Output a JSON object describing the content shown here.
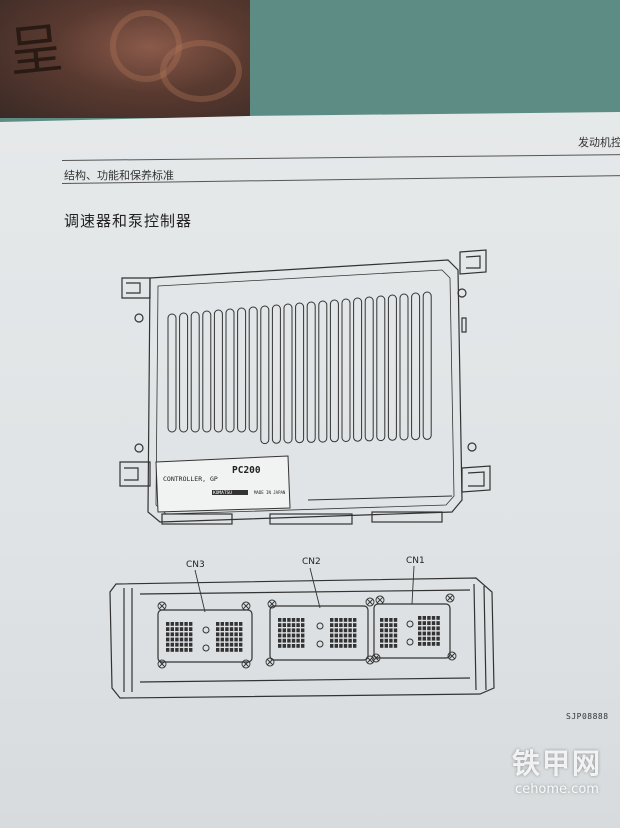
{
  "header": {
    "left": "结构、功能和保养标准",
    "right": "发动机控制"
  },
  "section_title": "调速器和泵控制器",
  "controller": {
    "label_left": "CONTROLLER, GP",
    "model": "PC200",
    "brand": "KOMATSU",
    "origin": "MADE IN JAPAN"
  },
  "connectors": {
    "cn3": "CN3",
    "cn2": "CN2",
    "cn1": "CN1"
  },
  "figure_code": "SJP08888",
  "watermark": {
    "main": "铁甲网",
    "sub": "cehome.com"
  }
}
